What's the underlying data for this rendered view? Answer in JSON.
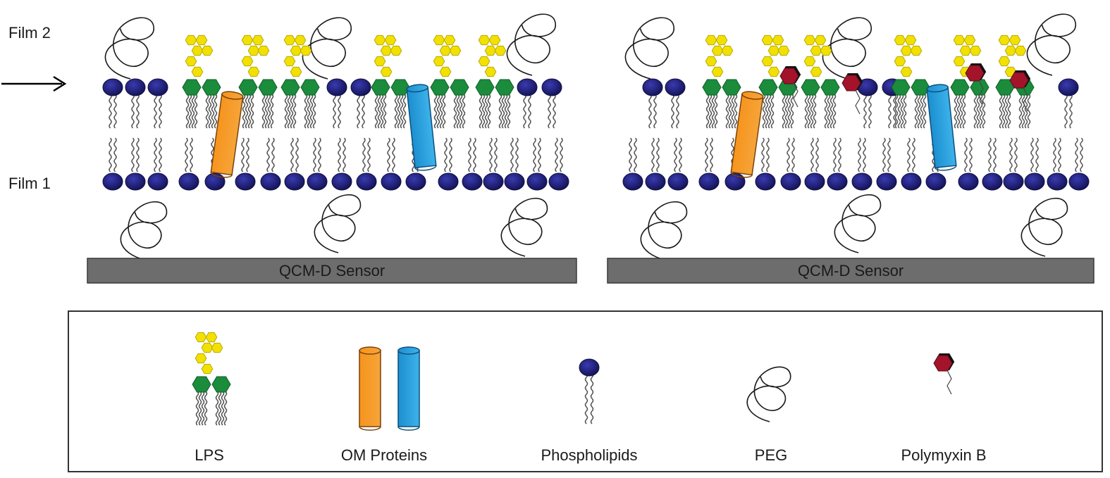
{
  "labels": {
    "film2": "Film 2",
    "film1": "Film 1"
  },
  "panels": [
    {
      "sensor_label": "QCM-D Sensor"
    },
    {
      "sensor_label": "QCM-D Sensor"
    }
  ],
  "legend": {
    "lps": "LPS",
    "om_proteins": "OM Proteins",
    "phospholipids": "Phospholipids",
    "peg": "PEG",
    "polymyxin_b": "Polymyxin B"
  },
  "colors": {
    "phospholipid_head": "#1f1f78",
    "lps_core": "#1a8c3c",
    "lps_sugar": "#f2e100",
    "om_protein_orange": "#f7941d",
    "om_protein_blue": "#29a3e0",
    "polymyxin": "#a3142a",
    "sensor": "#6d6d6d",
    "peg": "#1a1a1a"
  },
  "icons": {
    "film2_pointer": "right-arrow-icon"
  }
}
